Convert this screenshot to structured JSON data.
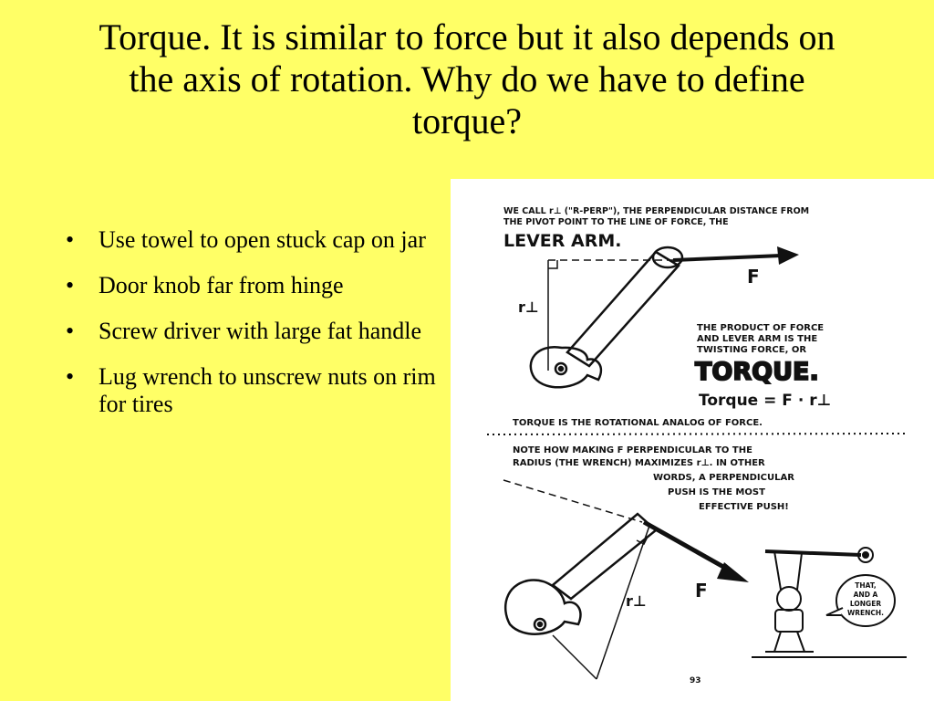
{
  "slide": {
    "title": "Torque. It is similar to force but it also depends on the axis of rotation. Why do we have to define torque?",
    "bullets": [
      "Use towel to open stuck cap on jar",
      "Door knob far from hinge",
      "Screw driver with large fat handle",
      "Lug wrench to unscrew nuts on rim for tires"
    ],
    "bullet_symbol": "•"
  },
  "figure": {
    "top_caption_line1": "WE CALL r⊥ (\"R-PERP\"), THE PERPENDICULAR DISTANCE FROM",
    "top_caption_line2": "THE PIVOT POINT TO THE LINE OF FORCE, THE",
    "lever_arm_label": "LEVER ARM.",
    "force_label_top": "F",
    "rperp_label_top": "r⊥",
    "product_line1": "THE PRODUCT OF FORCE",
    "product_line2": "AND LEVER ARM IS THE",
    "product_line3": "TWISTING FORCE, OR",
    "torque_word": "TORQUE.",
    "torque_equation": "Torque = F · r⊥",
    "analog_caption": "TORQUE IS THE ROTATIONAL ANALOG OF FORCE.",
    "note_line1": "NOTE HOW MAKING F PERPENDICULAR TO THE",
    "note_line2": "RADIUS (THE WRENCH) MAXIMIZES r⊥. IN OTHER",
    "note_line3": "WORDS, A PERPENDICULAR",
    "note_line4": "PUSH IS THE MOST",
    "note_line5": "EFFECTIVE PUSH!",
    "force_label_bottom": "F",
    "rperp_label_bottom": "r⊥",
    "speech_line1": "THAT,",
    "speech_line2": "AND A",
    "speech_line3": "LONGER",
    "speech_line4": "WRENCH.",
    "page_number": "93"
  },
  "colors": {
    "background": "#ffff66",
    "figure_bg": "#ffffff",
    "ink": "#000000"
  }
}
